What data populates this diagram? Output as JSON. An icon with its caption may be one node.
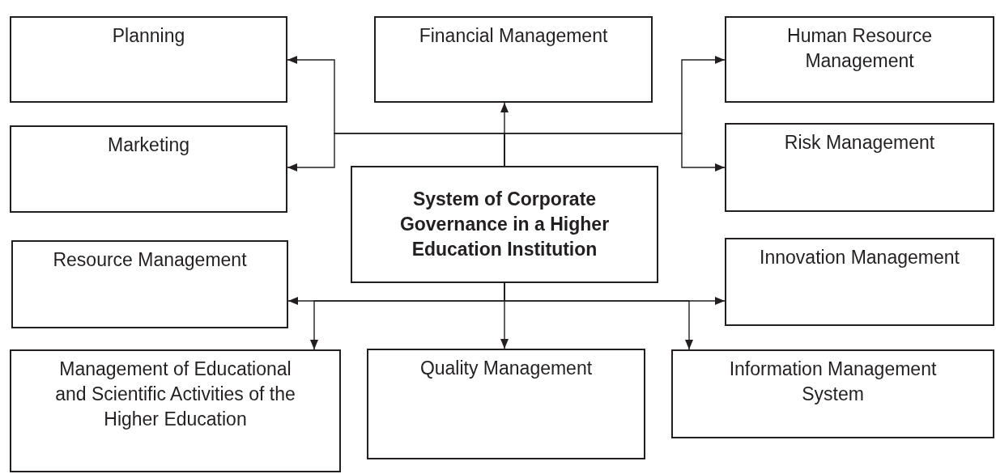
{
  "diagram": {
    "nodes": [
      {
        "text": [
          "Planning"
        ]
      },
      {
        "text": [
          "Financial Management"
        ]
      },
      {
        "text": [
          "Human Resource Management"
        ]
      },
      {
        "text": [
          "Marketing"
        ]
      },
      {
        "text": [
          "System of Corporate Governance in a Higher Education Institution"
        ]
      },
      {
        "text": [
          "Risk Management"
        ]
      },
      {
        "text": [
          "Resource Management"
        ]
      },
      {
        "text": [
          "Innovation Management"
        ]
      },
      {
        "text": [
          "Management of Educational and Scientific Activities of the Higher Education"
        ]
      },
      {
        "text": [
          "Quality Management"
        ]
      },
      {
        "text": [
          "Information Management System"
        ]
      }
    ],
    "edges": [
      {
        "from": 4,
        "to": 1,
        "arrow": "to"
      },
      {
        "from": 4,
        "to": 0,
        "arrow": "to"
      },
      {
        "from": 4,
        "to": 3,
        "arrow": "to"
      },
      {
        "from": 4,
        "to": 2,
        "arrow": "to"
      },
      {
        "from": 4,
        "to": 5,
        "arrow": "to"
      },
      {
        "from": 4,
        "to": 6,
        "arrow": "to"
      },
      {
        "from": 4,
        "to": 7,
        "arrow": "to"
      },
      {
        "from": 4,
        "to": 8,
        "arrow": "to"
      },
      {
        "from": 4,
        "to": 9,
        "arrow": "to"
      },
      {
        "from": 4,
        "to": 10,
        "arrow": "to"
      }
    ]
  }
}
